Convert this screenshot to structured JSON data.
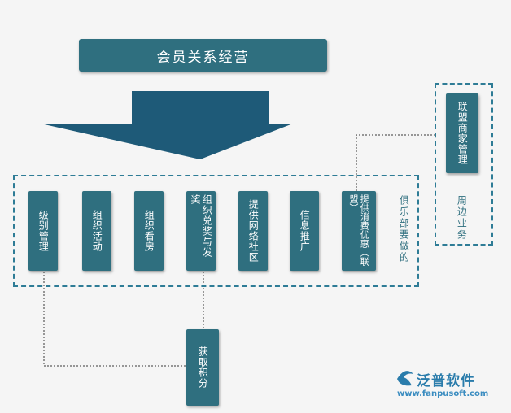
{
  "title": "会员关系经营",
  "boxes": [
    {
      "label": "级别管理"
    },
    {
      "label": "组织活动"
    },
    {
      "label": "组织看房"
    },
    {
      "label": "组织兑奖与发奖"
    },
    {
      "label": "提供网络社区"
    },
    {
      "label": "信息推广"
    },
    {
      "label": "提供消费优惠（联盟）"
    }
  ],
  "club_label": "俱乐部要做的",
  "side": {
    "box_label": "联盟商家管理",
    "text": "周边业务"
  },
  "bottom_box": "获取积分",
  "logo": {
    "name": "泛普软件",
    "url": "www.fanpusoft.com"
  },
  "colors": {
    "box": "#2f6f7f",
    "arrow": "#1e5a78",
    "dash": "#2e7c96",
    "connector": "#777777"
  }
}
